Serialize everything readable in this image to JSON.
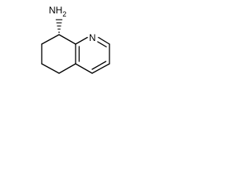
{
  "molecule": {
    "atoms": {
      "amine": "NH2",
      "ring_nitrogen": "N"
    },
    "stereo_bond": "hashed-wedge",
    "bond_color": "#000000"
  }
}
